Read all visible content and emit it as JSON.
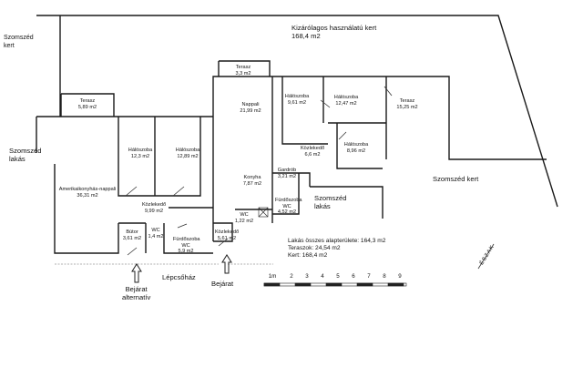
{
  "outside": {
    "neighbor_garden_left": [
      "Szomszéd",
      "kert"
    ],
    "private_garden": {
      "name": "Kizárólagos használatú kert",
      "area": "168,4 m2"
    },
    "neighbor_flat_left": [
      "Szomszéd",
      "lakás"
    ],
    "neighbor_flat_mid": [
      "Szomszéd",
      "lakás"
    ],
    "neighbor_garden_right": "Szomszéd kert",
    "stairwell": "Lépcsőház",
    "entrance_alt": [
      "Bejárat",
      "alternatív"
    ],
    "entrance_main": "Bejárat",
    "north": "ÉSZAK"
  },
  "rooms": [
    {
      "id": "terasz-left",
      "name": "Terasz",
      "area": "5,89 m2"
    },
    {
      "id": "terasz-top",
      "name": "Terasz",
      "area": "3,3 m2"
    },
    {
      "id": "nappali",
      "name": "Nappali",
      "area": "21,99 m2"
    },
    {
      "id": "haloszoba-a",
      "name": "Hálószoba",
      "area": "9,61 m2"
    },
    {
      "id": "haloszoba-b",
      "name": "Hálószoba",
      "area": "12,47 m2"
    },
    {
      "id": "terasz-right",
      "name": "Terasz",
      "area": "15,25 m2"
    },
    {
      "id": "kozlekedo-a",
      "name": "Közlekedő",
      "area": "6,6 m2"
    },
    {
      "id": "haloszoba-c",
      "name": "Hálószoba",
      "area": "8,96 m2"
    },
    {
      "id": "haloszoba-d",
      "name": "Hálószoba",
      "area": "12,3 m2"
    },
    {
      "id": "haloszoba-e",
      "name": "Hálószoba",
      "area": "12,89 m2"
    },
    {
      "id": "gardrob",
      "name": "Gardrób",
      "area": "3,21 m2"
    },
    {
      "id": "konyha",
      "name": "Konyha",
      "area": "7,87 m2"
    },
    {
      "id": "amerikai",
      "name": "Amerikaikonyhás-nappali",
      "area": "36,31 m2"
    },
    {
      "id": "kozlekedo-b",
      "name": "Közlekedő",
      "area": "9,99 m2"
    },
    {
      "id": "furdo-a",
      "name": "Fürdőszoba WC",
      "area": "4,52 m2"
    },
    {
      "id": "wc-a",
      "name": "WC",
      "area": "1,22 m2"
    },
    {
      "id": "butor",
      "name": "Bútor",
      "area": "3,61 m2"
    },
    {
      "id": "wc-b",
      "name": "WC",
      "area": "1,4 m2"
    },
    {
      "id": "furdo-b",
      "name": "Fürdőszoba WC",
      "area": "5,9 m2"
    },
    {
      "id": "kozlekedo-c",
      "name": "Közlekedő",
      "area": "5,61 m2"
    }
  ],
  "summary": [
    "Lakás összes alapterülete: 164,3 m2",
    "Teraszok: 24,54 m2",
    "Kert: 168,4 m2"
  ],
  "scale": [
    "1m",
    "2",
    "3",
    "4",
    "5",
    "6",
    "7",
    "8",
    "9"
  ]
}
